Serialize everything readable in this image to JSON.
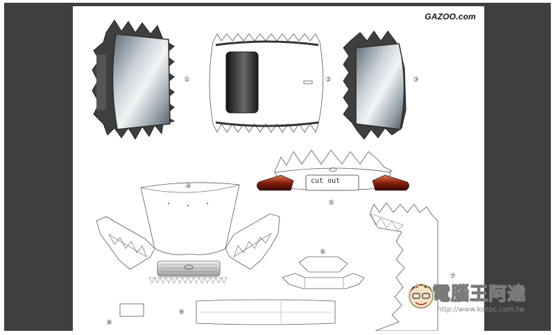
{
  "document": {
    "brand": "GAZOO.com",
    "parts": [
      {
        "id": "1",
        "label": "①"
      },
      {
        "id": "2",
        "label": "②"
      },
      {
        "id": "3",
        "label": "③"
      },
      {
        "id": "4",
        "label": "④"
      },
      {
        "id": "5",
        "label": "⑤"
      },
      {
        "id": "6",
        "label": "⑥"
      },
      {
        "id": "7",
        "label": "⑦"
      },
      {
        "id": "8",
        "label": "⑧"
      },
      {
        "id": "9",
        "label": "⑨"
      }
    ],
    "cut_out_label": "cut out"
  },
  "watermark": {
    "title": "電腦王阿達",
    "url": "http://www.kocpc.com.tw"
  }
}
